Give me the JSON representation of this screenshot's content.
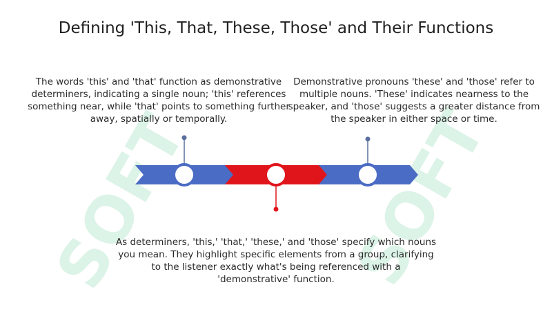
{
  "title": "Defining 'This, That, These, Those' and Their Functions",
  "notes": {
    "left": "The words 'this' and 'that' function as demonstrative determiners, indicating a single noun; 'this' references something near, while 'that' points to something further away, spatially or temporally.",
    "right": "Demonstrative pronouns 'these' and 'those' refer to multiple nouns. 'These' indicates nearness to the speaker, and 'those' suggests a greater distance from the speaker in either space or time.",
    "bottom": "As determiners, 'this,' 'that,' 'these,' and 'those' specify which nouns you mean. They highlight specific elements from a group, clarifying to the listener exactly what's being referenced with a 'demonstrative' function."
  },
  "watermark": "SOFT",
  "colors": {
    "blue": "#4a6cc4",
    "red": "#e0151b",
    "blue_marker": "#4a6cc4",
    "red_marker": "#e0151b"
  }
}
